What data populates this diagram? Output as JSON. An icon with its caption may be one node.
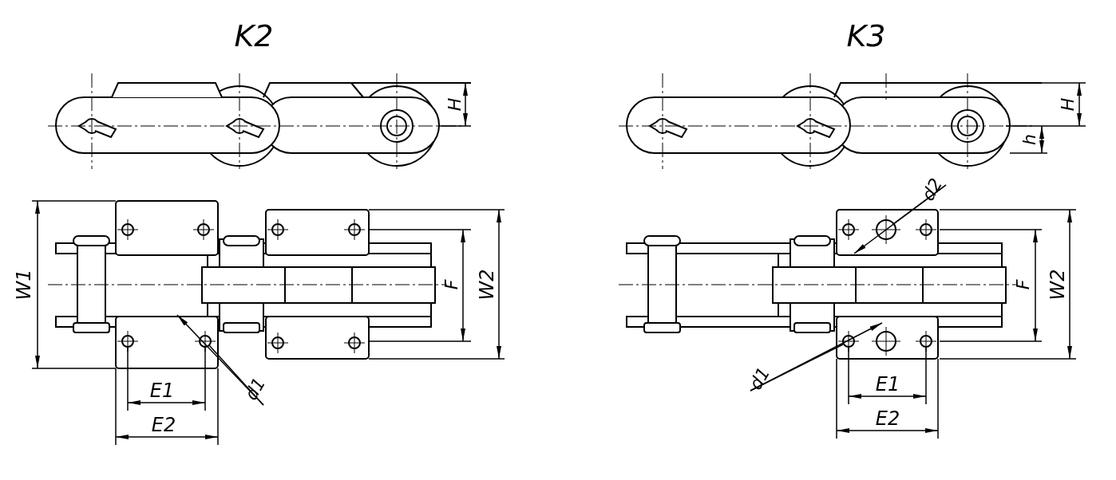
{
  "diagram": {
    "labels": [
      "K2",
      "K3",
      "H",
      "W1",
      "F",
      "W2",
      "d1",
      "E1",
      "E2",
      "H",
      "h",
      "d2",
      "F",
      "W2",
      "d1",
      "E1",
      "E2"
    ]
  }
}
